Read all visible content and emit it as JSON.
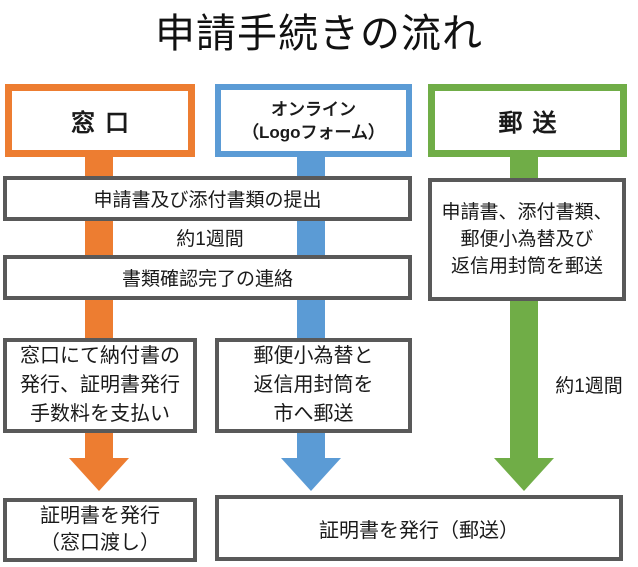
{
  "title": "申請手続きの流れ",
  "colors": {
    "counter": "#ED7D31",
    "online": "#5B9BD5",
    "mail": "#70AD47",
    "box_border": "#595959",
    "text": "#1A1A1A"
  },
  "headers": {
    "counter": "窓口",
    "online_line1": "オンライン",
    "online_line2": "（Logoフォーム）",
    "mail": "郵送"
  },
  "boxes": {
    "submit": "申請書及び添付書類の提出",
    "confirm": "書類確認完了の連絡",
    "mail_docs_line1": "申請書、添付書類、",
    "mail_docs_line2": "郵便小為替及び",
    "mail_docs_line3": "返信用封筒を郵送",
    "counter_pay_line1": "窓口にて納付書の",
    "counter_pay_line2": "発行、証明書発行",
    "counter_pay_line3": "手数料を支払い",
    "online_send_line1": "郵便小為替と",
    "online_send_line2": "返信用封筒を",
    "online_send_line3": "市へ郵送",
    "issue_counter_line1": "証明書を発行",
    "issue_counter_line2": "（窓口渡し）",
    "issue_mail": "証明書を発行（郵送）"
  },
  "labels": {
    "wait_left": "約1週間",
    "wait_right": "約1週間"
  }
}
